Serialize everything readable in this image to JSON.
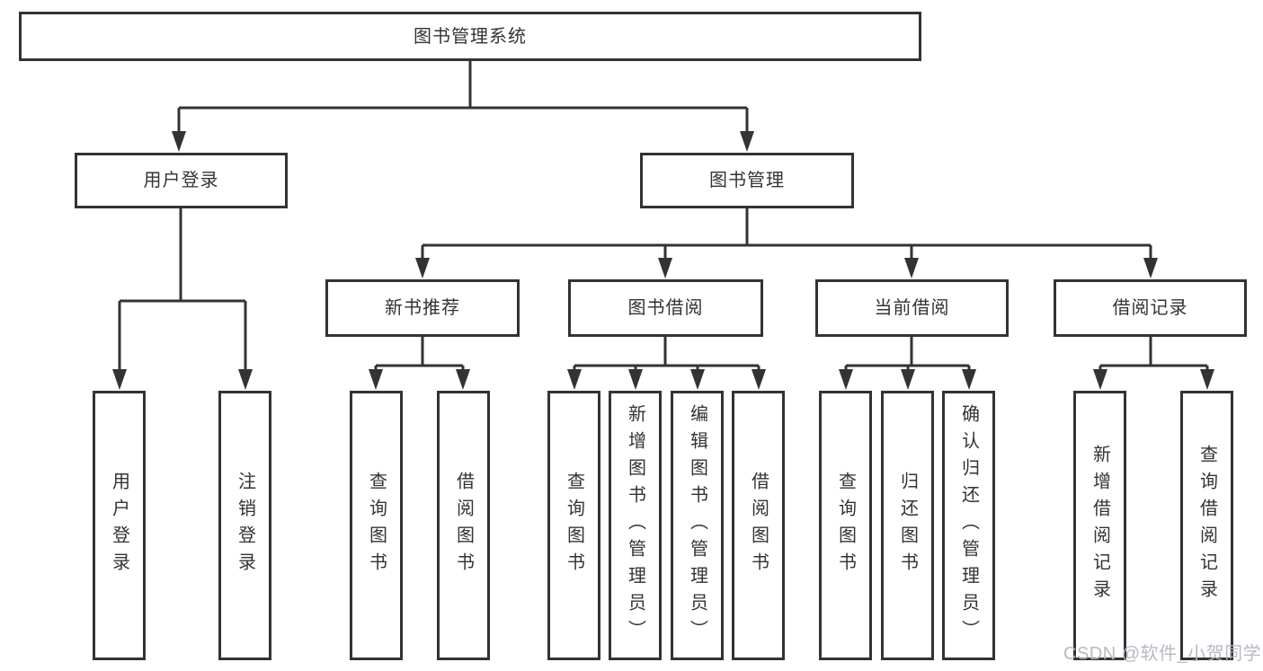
{
  "diagram": {
    "title": "图书管理系统",
    "root": "图书管理系统",
    "level2": [
      "用户登录",
      "图书管理"
    ],
    "level3": [
      "新书推荐",
      "图书借阅",
      "当前借阅",
      "借阅记录"
    ],
    "leaves": [
      [
        "用户登录",
        "注销登录"
      ],
      [
        "查询图书",
        "借阅图书"
      ],
      [
        "查询图书",
        "新增图书（管理员）",
        "编辑图书（管理员）",
        "借阅图书"
      ],
      [
        "查询图书",
        "归还图书",
        "确认归还（管理员）"
      ],
      [
        "新增借阅记录",
        "查询借阅记录"
      ]
    ]
  },
  "watermark": "CSDN @软件_小贺同学",
  "colors": {
    "line": "#333333",
    "text": "#333333",
    "background": "#ffffff",
    "watermark": "#b2b6c0"
  }
}
